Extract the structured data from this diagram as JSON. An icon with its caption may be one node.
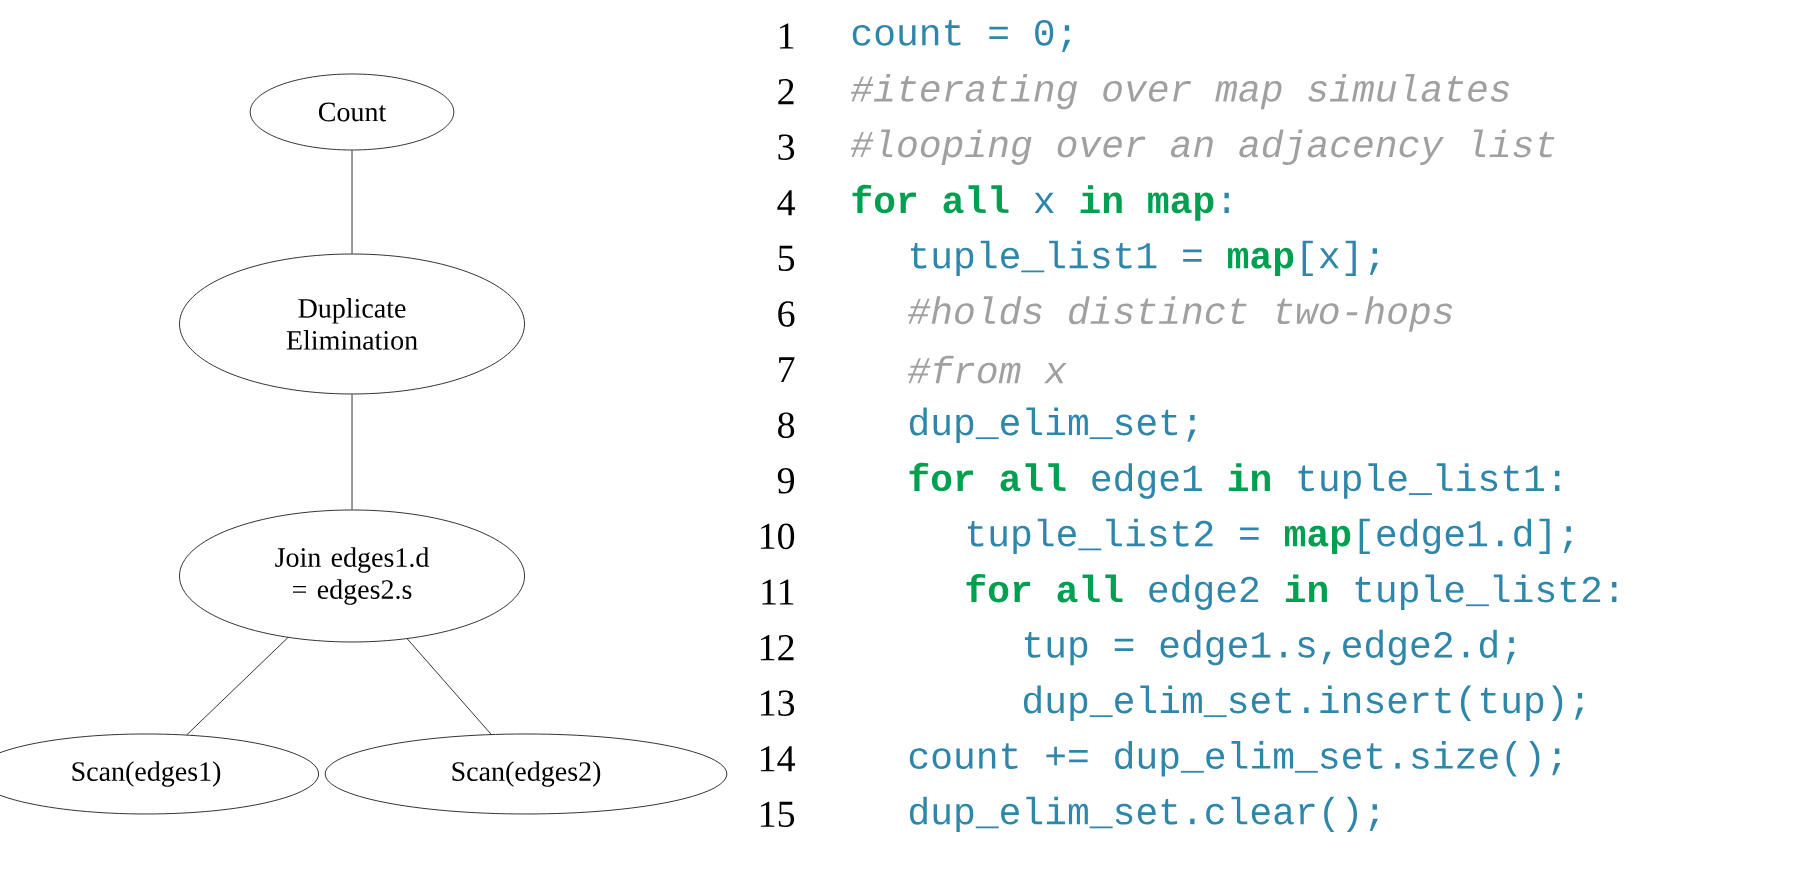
{
  "diagram": {
    "nodes": [
      {
        "text": [
          "Count"
        ]
      },
      {
        "text": [
          "Duplicate Elimination"
        ]
      },
      {
        "text": [
          "Join edges1.d = edges2.s"
        ]
      },
      {
        "text": [
          "Scan(edges1)"
        ]
      },
      {
        "text": [
          "Scan(edges2)"
        ]
      }
    ],
    "edges": [
      {
        "from": 0,
        "to": 1,
        "arrow": "none"
      },
      {
        "from": 1,
        "to": 2,
        "arrow": "none"
      },
      {
        "from": 2,
        "to": 3,
        "arrow": "none"
      },
      {
        "from": 2,
        "to": 4,
        "arrow": "none"
      }
    ],
    "labels": [
      "1",
      "count = 0;",
      "2",
      "#iterating over map simulates",
      "3",
      "#looping over an adjacency list",
      "4",
      "**for all** x **in** **map**:",
      "5",
      "tuple_list1 = **map**[x];",
      "6",
      "#holds distinct two-hops",
      "7",
      "#from x",
      "8",
      "dup_elim_set;",
      "9",
      "**for all** edge1 **in** tuple_list1:",
      "10",
      "tuple_list2 = **map**[edge1.d];",
      "11",
      "**for all** edge2 **in** tuple_list2:",
      "12",
      "tup = edge1.s,edge2.d;",
      "13",
      "dup_elim_set.insert(tup);",
      "14",
      "count += dup_elim_set.size();",
      "15",
      "dup_elim_set.clear();"
    ]
  }
}
